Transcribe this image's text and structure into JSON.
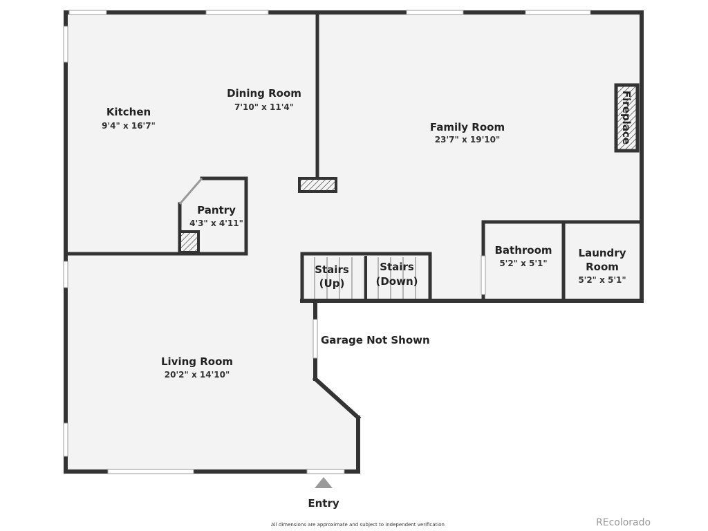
{
  "rooms": {
    "kitchen": {
      "name": "Kitchen",
      "dims": "9'4\" x 16'7\""
    },
    "dining_room": {
      "name": "Dining Room",
      "dims": "7'10\" x 11'4\""
    },
    "family_room": {
      "name": "Family Room",
      "dims": "23'7\" x 19'10\""
    },
    "pantry": {
      "name": "Pantry",
      "dims": "4'3\" x 4'11\""
    },
    "stairs_up": {
      "line1": "Stairs",
      "line2": "(Up)"
    },
    "stairs_down": {
      "line1": "Stairs",
      "line2": "(Down)"
    },
    "bathroom": {
      "name": "Bathroom",
      "dims": "5'2\" x 5'1\""
    },
    "laundry_room": {
      "line1": "Laundry",
      "line2": "Room",
      "dims": "5'2\" x 5'1\""
    },
    "living_room": {
      "name": "Living Room",
      "dims": "20'2\" x 14'10\""
    }
  },
  "fireplace_label": "Fireplace",
  "garage_note": "Garage Not Shown",
  "entry_label": "Entry",
  "footnote": "All dimensions are approximate and subject to independent verification",
  "brand": "REcolorado"
}
